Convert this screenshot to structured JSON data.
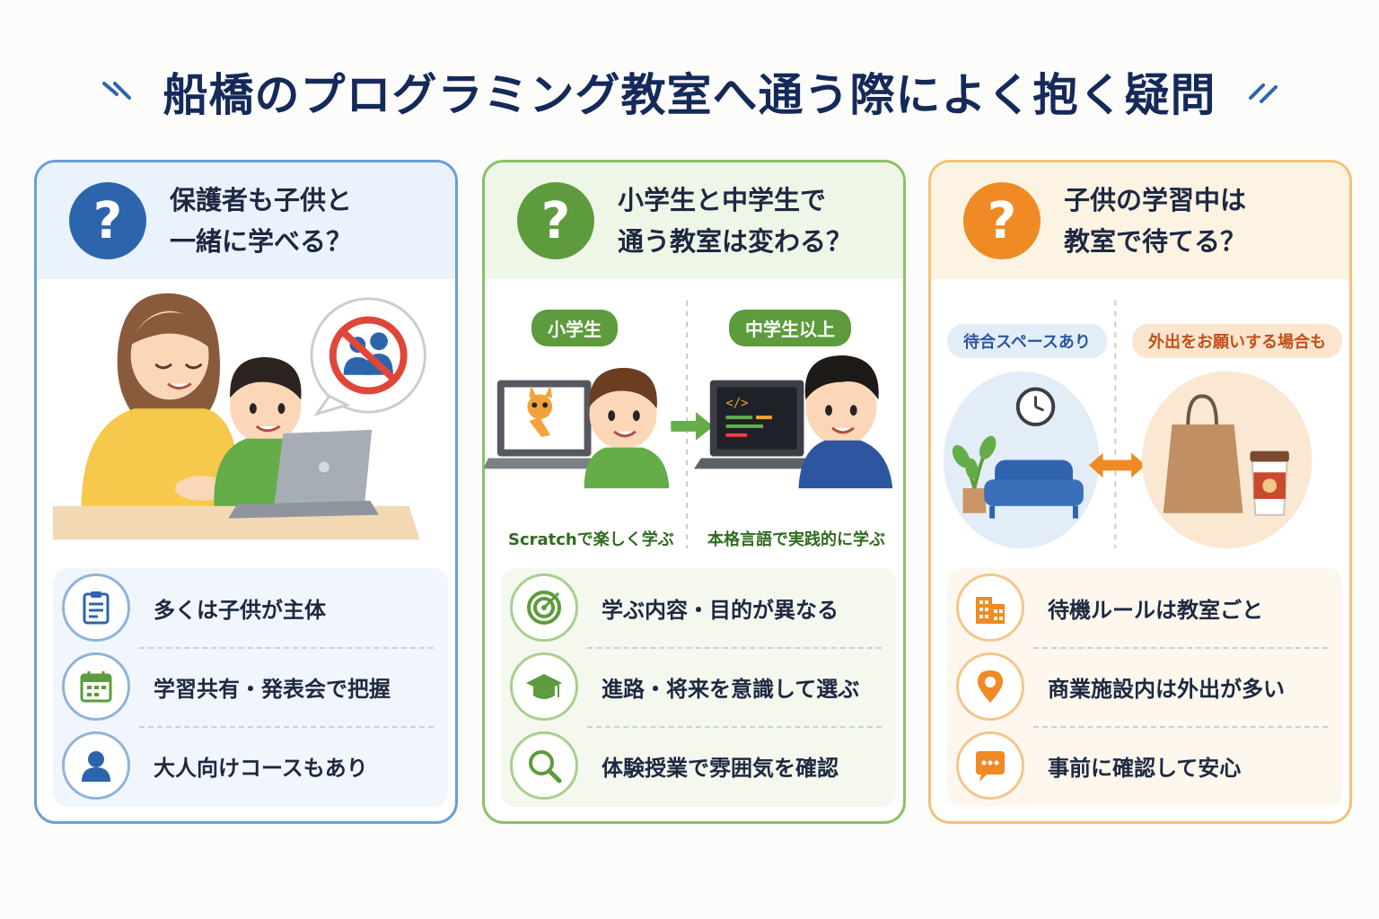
{
  "title": "船橋のプログラミング教室へ通う際によく抱く疑問",
  "cards": [
    {
      "question_mark": "?",
      "question": "保護者も子供と\n一緒に学べる？",
      "items": [
        {
          "icon": "clipboard-icon",
          "label": "多くは子供が主体"
        },
        {
          "icon": "calendar-icon",
          "label": "学習共有・発表会で把握"
        },
        {
          "icon": "person-icon",
          "label": "大人向けコースもあり"
        }
      ],
      "color": "#2d65ad"
    },
    {
      "question_mark": "?",
      "question": "小学生と中学生で\n通う教室は変わる？",
      "left_tag": "小学生",
      "right_tag": "中学生以上",
      "left_caption": "Scratchで楽しく学ぶ",
      "right_caption": "本格言語で実践的に学ぶ",
      "items": [
        {
          "icon": "target-icon",
          "label": "学ぶ内容・目的が異なる"
        },
        {
          "icon": "graduation-cap-icon",
          "label": "進路・将来を意識して選ぶ"
        },
        {
          "icon": "magnifier-icon",
          "label": "体験授業で雰囲気を確認"
        }
      ],
      "color": "#5d9b3c"
    },
    {
      "question_mark": "?",
      "question": "子供の学習中は\n教室で待てる？",
      "left_tag": "待合スペースあり",
      "right_tag": "外出をお願いする場合も",
      "items": [
        {
          "icon": "building-icon",
          "label": "待機ルールは教室ごと"
        },
        {
          "icon": "map-pin-icon",
          "label": "商業施設内は外出が多い"
        },
        {
          "icon": "chat-bubble-icon",
          "label": "事前に確認して安心"
        }
      ],
      "color": "#f08a24"
    }
  ]
}
